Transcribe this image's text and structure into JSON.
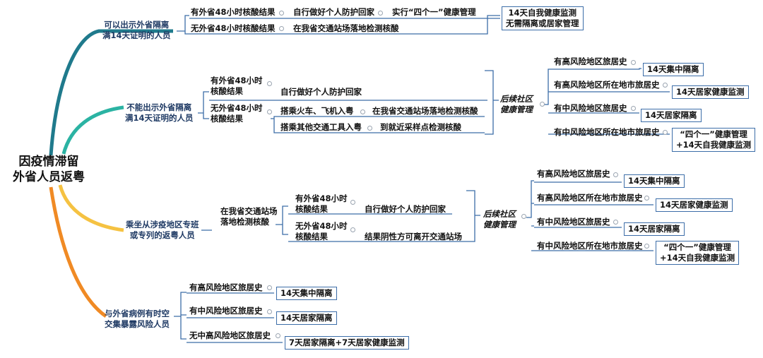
{
  "root": "因疫情滞留\n外省人员返粤",
  "branches": [
    {
      "label": "可以出示外省隔离\n满14天证明的人员",
      "rows": [
        [
          "有外省48小时核酸结果",
          "自行做好个人防护回家",
          "实行“四个一”健康管理"
        ],
        [
          "无外省48小时核酸结果",
          "在我省交通站场落地检测核酸"
        ]
      ],
      "result": "14天自我健康监测\n无需隔离或居家管理"
    },
    {
      "label": "不能出示外省隔离\n满14天证明的人员",
      "with_test": "有外省48小时\n核酸结果",
      "with_test_action": "自行做好个人防护回家",
      "without_test": "无外省48小时\n核酸结果",
      "train_plane": "搭乘火车、飞机入粤",
      "train_plane_action": "在我省交通站场落地检测核酸",
      "other_transport": "搭乘其他交通工具入粤",
      "other_transport_action": "到就近采样点检测核酸",
      "followup": "后续社区\n健康管理",
      "risk_items": [
        {
          "label": "有高风险地区旅居史",
          "result": "14天集中隔离"
        },
        {
          "label": "有高风险地区所在地市旅居史",
          "result": "14天居家健康监测"
        },
        {
          "label": "有中风险地区旅居史",
          "result": "14天居家隔离"
        },
        {
          "label": "有中风险地区所在地市旅居史",
          "result": "“四个一”健康管理\n+14天自我健康监测"
        }
      ]
    },
    {
      "label": "乘坐从涉疫地区专班\n或专列的返粤人员",
      "station_test": "在我省交通站场\n落地检测核酸",
      "with_test": "有外省48小时\n核酸结果",
      "with_test_action": "自行做好个人防护回家",
      "without_test": "无外省48小时\n核酸结果",
      "without_test_action": "结果阴性方可离开交通站场",
      "followup": "后续社区\n健康管理",
      "risk_items": [
        {
          "label": "有高风险地区旅居史",
          "result": "14天集中隔离"
        },
        {
          "label": "有高风险地区所在地市旅居史",
          "result": "14天居家健康监测"
        },
        {
          "label": "有中风险地区旅居史",
          "result": "14天居家隔离"
        },
        {
          "label": "有中风险地区所在地市旅居史",
          "result": "“四个一”健康管理\n+14天自我健康监测"
        }
      ]
    },
    {
      "label": "与外省病例有时空\n交集暴露风险人员",
      "risk_items": [
        {
          "label": "有高风险地区旅居史",
          "result": "14天集中隔离"
        },
        {
          "label": "有中风险地区旅居史",
          "result": "14天居家隔离"
        },
        {
          "label": "无中高风险地区旅居史",
          "result": "7天居家隔离+7天居家健康监测"
        }
      ]
    }
  ],
  "colors": {
    "branch1": "#1f7a8c",
    "branch2": "#2bb3a3",
    "branch3": "#f5c242",
    "branch4": "#f08a24",
    "line": "#3c6da8",
    "category_text": "#1f3a64"
  }
}
